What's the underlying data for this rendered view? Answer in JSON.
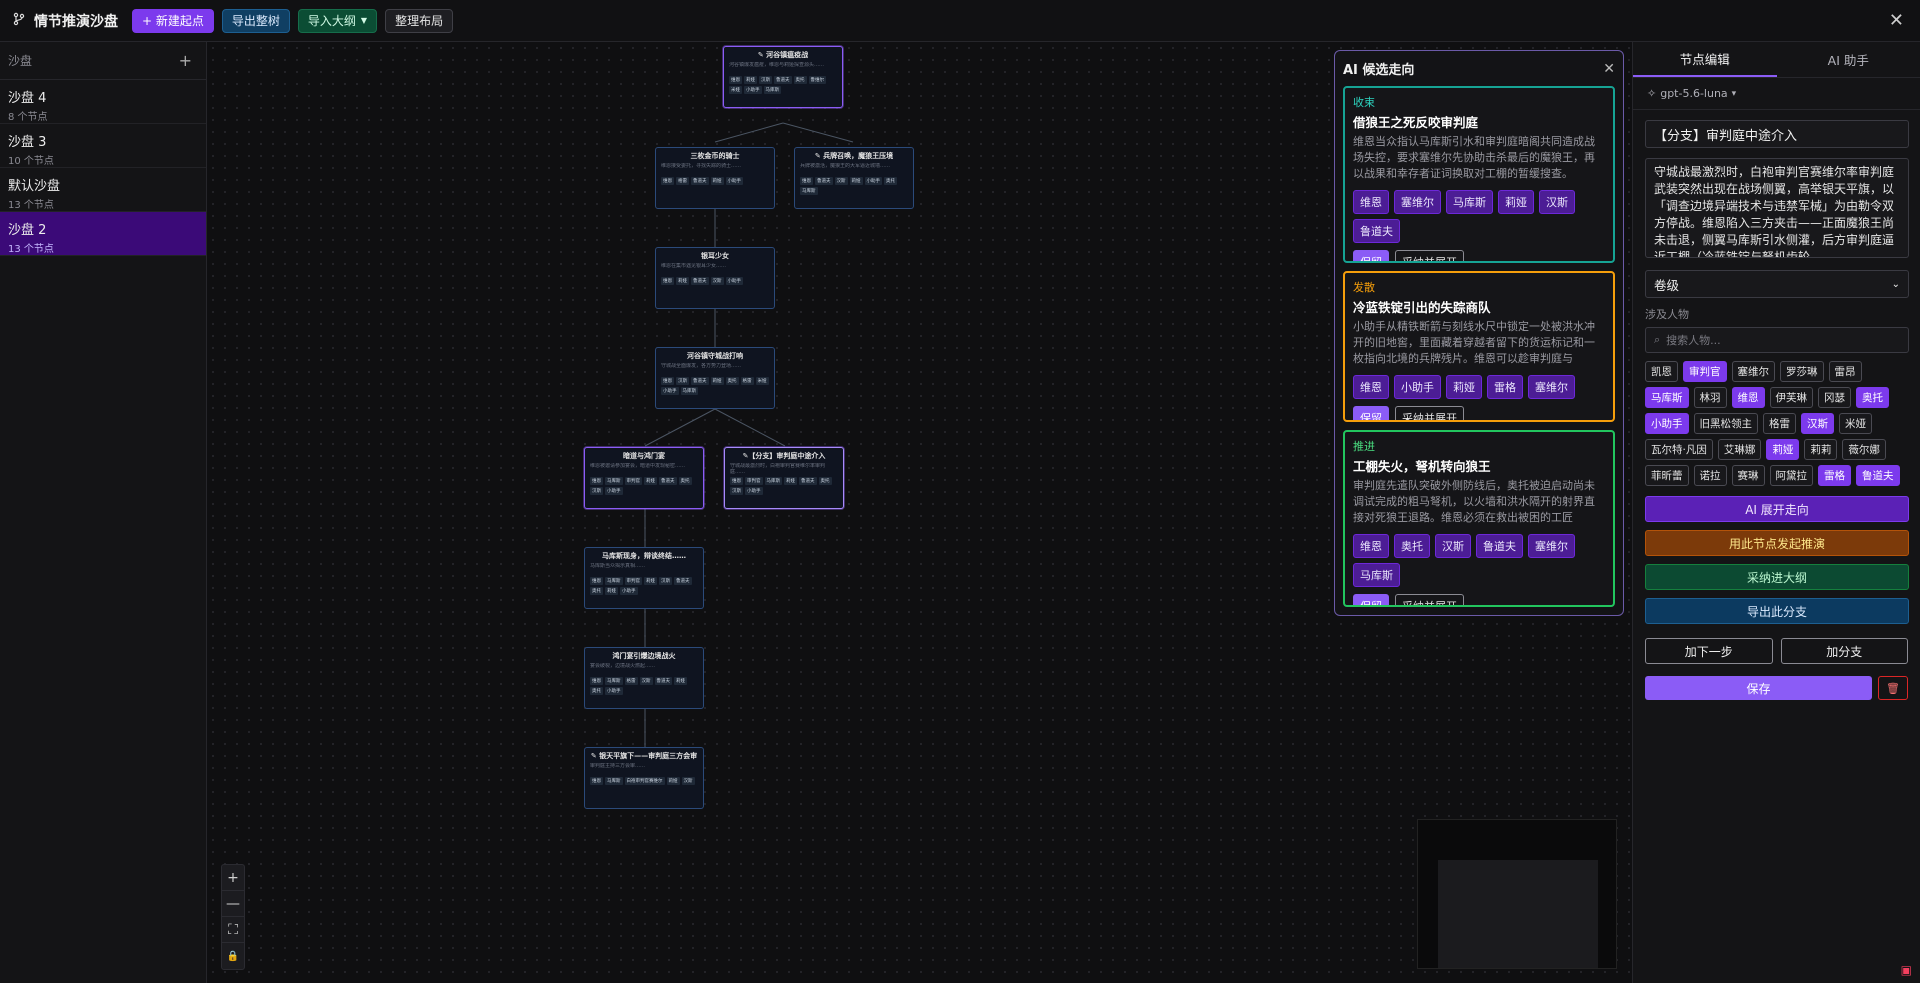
{
  "topbar": {
    "title": "情节推演沙盘",
    "new_start": "+ 新建起点",
    "export_all": "导出整树",
    "import_outline": "导入大纲",
    "tidy_layout": "整理布局",
    "close": "✕"
  },
  "sidebar": {
    "header": "沙盘",
    "add": "+",
    "items": [
      {
        "name": "沙盘 4",
        "count": "8 个节点"
      },
      {
        "name": "沙盘 3",
        "count": "10 个节点"
      },
      {
        "name": "默认沙盘",
        "count": "13 个节点"
      },
      {
        "name": "沙盘 2",
        "count": "13 个节点"
      }
    ]
  },
  "nodes": [
    {
      "title": "✎ 河谷镇瘟疫战",
      "desc": "河谷镇爆发瘟疫，维恩与莉娅探查源头……",
      "tags": [
        "维恩",
        "莉娅",
        "汉斯",
        "鲁道夫",
        "奥托",
        "鲁维尔",
        "米娅",
        "小助手",
        "马库斯"
      ]
    },
    {
      "title": "三枚金币的骑士",
      "desc": "维恩接受委托，寻找失踪的骑士……",
      "tags": [
        "维恩",
        "格雷",
        "鲁道夫",
        "莉娅",
        "小助手"
      ]
    },
    {
      "title": "✎ 兵牌召唤，魔狼王压境",
      "desc": "兵牌被激活，魔狼王的大军逼近城墙……",
      "tags": [
        "维恩",
        "鲁道夫",
        "汉斯",
        "莉娅",
        "小助手",
        "奥托",
        "马库斯"
      ]
    },
    {
      "title": "银耳少女",
      "desc": "维恩在集市遇见银耳少女……",
      "tags": [
        "维恩",
        "莉娅",
        "鲁道夫",
        "汉斯",
        "小助手"
      ]
    },
    {
      "title": "河谷镇守城战打响",
      "desc": "守城战全面爆发，各方势力登场……",
      "tags": [
        "维恩",
        "汉斯",
        "鲁道夫",
        "莉娅",
        "奥托",
        "格雷",
        "米娅",
        "小助手",
        "马库斯"
      ]
    },
    {
      "title": "暗道与鸿门宴",
      "desc": "维恩被邀请参加宴会，暗道中发现秘密……",
      "tags": [
        "维恩",
        "马库斯",
        "审判官",
        "莉娅",
        "鲁道夫",
        "奥托",
        "汉斯",
        "小助手"
      ]
    },
    {
      "title": "✎【分支】审判庭中途介入",
      "desc": "守城战最激烈时，白袍审判官赛维尔率审判庭……",
      "tags": [
        "维恩",
        "审判官",
        "马库斯",
        "莉娅",
        "鲁道夫",
        "奥托",
        "汉斯",
        "小助手"
      ]
    },
    {
      "title": "马库斯现身，辩谈终结……",
      "desc": "马库斯当众揭示真相……",
      "tags": [
        "维恩",
        "马库斯",
        "审判官",
        "莉娅",
        "汉斯",
        "鲁道夫",
        "奥托",
        "莉娅",
        "小助手"
      ]
    },
    {
      "title": "鸿门宴引爆边境战火",
      "desc": "宴会破裂，边境战火燃起……",
      "tags": [
        "维恩",
        "马库斯",
        "格雷",
        "汉斯",
        "鲁道夫",
        "莉娅",
        "奥托",
        "小助手"
      ]
    },
    {
      "title": "✎ 银天平旗下——审判庭三方会审",
      "desc": "审判庭主持三方会审……",
      "tags": [
        "维恩",
        "马库斯",
        "白袍审判官赛维尔",
        "莉娅",
        "汉斯"
      ]
    }
  ],
  "zoom": {
    "in": "+",
    "out": "—",
    "fit": "⛶",
    "lock": "🔒"
  },
  "ai_panel": {
    "title": "AI 候选走向",
    "close": "✕",
    "cards": [
      {
        "tag": "收束",
        "title": "借狼王之死反咬审判庭",
        "desc": "维恩当众指认马库斯引水和审判庭暗阁共同造成战场失控，要求塞维尔先协助击杀最后的魔狼王，再以战果和幸存者证词换取对工棚的暂缓搜查。塞……",
        "people": [
          "维恩",
          "塞维尔",
          "马库斯",
          "莉娅",
          "汉斯",
          "鲁道夫"
        ],
        "keep": "保留",
        "adopt": "采纳并展开"
      },
      {
        "tag": "发散",
        "title": "冷蓝铁锭引出的失踪商队",
        "desc": "小助手从精铁断箭与刻线水尺中锁定一处被洪水冲开的旧地窖，里面藏着穿越者留下的货运标记和一枚指向北境的兵牌残片。维恩可以趁审判庭与魔……",
        "people": [
          "维恩",
          "小助手",
          "莉娅",
          "雷格",
          "塞维尔"
        ],
        "keep": "保留",
        "adopt": "采纳并展开"
      },
      {
        "tag": "推进",
        "title": "工棚失火，弩机转向狼王",
        "desc": "审判庭先遣队突破外侧防线后，奥托被迫启动尚未调试完成的粗马弩机，以火墙和洪水隔开的射界直接对死狼王退路。维恩必须在救出被困的工匠与……",
        "people": [
          "维恩",
          "奥托",
          "汉斯",
          "鲁道夫",
          "塞维尔",
          "马库斯"
        ],
        "keep": "保留",
        "adopt": "采纳并展开"
      }
    ]
  },
  "right_panel": {
    "tab_edit": "节点编辑",
    "tab_ai": "AI 助手",
    "model": "gpt-5.6-luna",
    "node_title": "【分支】审判庭中途介入",
    "node_desc": "守城战最激烈时，白袍审判官赛维尔率审判庭武装突然出现在战场侧翼，高举银天平旗，以「调查边境异端技术与违禁军械」为由勒令双方停战。维恩陷入三方夹击——正面魔狼王尚未击退，侧翼马库斯引水侧灌，后方审判庭逼近工棚（冷蓝铁锭与弩机齿轮……",
    "volume": "卷级",
    "people_label": "涉及人物",
    "search_placeholder": "搜索人物...",
    "people": [
      {
        "name": "凯恩",
        "on": false
      },
      {
        "name": "审判官",
        "on": true
      },
      {
        "name": "塞维尔",
        "on": false
      },
      {
        "name": "罗莎琳",
        "on": false
      },
      {
        "name": "雷昂",
        "on": false
      },
      {
        "name": "马库斯",
        "on": true
      },
      {
        "name": "林羽",
        "on": false
      },
      {
        "name": "维恩",
        "on": true
      },
      {
        "name": "伊芙琳",
        "on": false
      },
      {
        "name": "冈瑟",
        "on": false
      },
      {
        "name": "奥托",
        "on": true
      },
      {
        "name": "小助手",
        "on": true
      },
      {
        "name": "旧黑松领主",
        "on": false
      },
      {
        "name": "格雷",
        "on": false
      },
      {
        "name": "汉斯",
        "on": true
      },
      {
        "name": "米娅",
        "on": false
      },
      {
        "name": "瓦尔特·凡因",
        "on": false
      },
      {
        "name": "艾琳娜",
        "on": false
      },
      {
        "name": "莉娅",
        "on": true
      },
      {
        "name": "莉莉",
        "on": false
      },
      {
        "name": "薇尔娜",
        "on": false
      },
      {
        "name": "菲昕蕾",
        "on": false
      },
      {
        "name": "诺拉",
        "on": false
      },
      {
        "name": "赛琳",
        "on": false
      },
      {
        "name": "阿黛拉",
        "on": false
      },
      {
        "name": "雷格",
        "on": true
      },
      {
        "name": "鲁道夫",
        "on": true
      }
    ],
    "ai_expand": "AI 展开走向",
    "start_from_node": "用此节点发起推演",
    "adopt_outline": "采纳进大纲",
    "export_branch": "导出此分支",
    "add_next": "加下一步",
    "add_branch": "加分支",
    "save": "保存",
    "delete": "🗑"
  }
}
